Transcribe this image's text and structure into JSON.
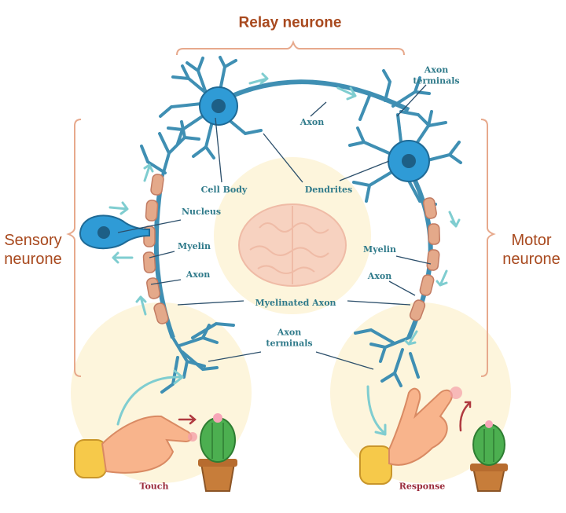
{
  "title": "Relay neurone",
  "sides": {
    "left": "Sensory neurone",
    "right": "Motor neurone"
  },
  "labels": {
    "axon_terminals_top": "Axon terminals",
    "axon_top": "Axon",
    "cell_body": "Cell Body",
    "dendrites": "Dendrites",
    "nucleus": "Nucleus",
    "myelin_left": "Myelin",
    "axon_left": "Axon",
    "myelin_right": "Myelin",
    "axon_right": "Axon",
    "myelinated_axon": "Myelinated Axon",
    "axon_terminals_bottom": "Axon terminals"
  },
  "captions": {
    "touch": "Touch",
    "response": "Response"
  },
  "colors": {
    "neuron": "#3f8fb3",
    "cell_body": "#2f9bd6",
    "nucleus": "#1d5f86",
    "myelin": "#e4a98a",
    "arrow": "#7fcdd0",
    "bracket": "#e7a98c",
    "title": "#a8491e",
    "caption": "#9a2a3a",
    "leader": "#2c4f6b",
    "glow": "#fdf5dc"
  }
}
